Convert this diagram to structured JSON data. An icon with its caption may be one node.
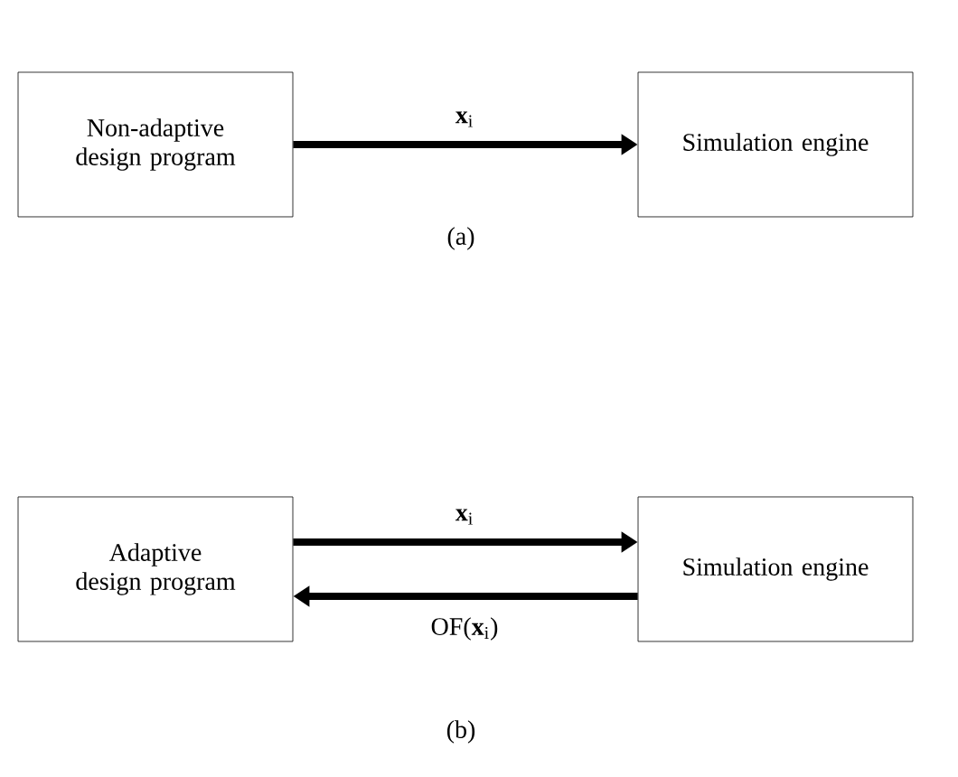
{
  "diagram": {
    "nodes": [
      {
        "text": [
          "Non-adaptive design program"
        ]
      },
      {
        "text": [
          "Simulation engine"
        ]
      },
      {
        "text": [
          "Adaptive design program"
        ]
      },
      {
        "text": [
          "Simulation engine"
        ]
      }
    ],
    "edges": [
      {
        "from": 0,
        "to": 1,
        "arrow": "to",
        "label": "**x**$_{i}$"
      },
      {
        "from": 2,
        "to": 3,
        "arrow": "to",
        "label": "**x**$_{i}$"
      },
      {
        "from": 3,
        "to": 2,
        "arrow": "to",
        "label": "OF(**x**$_{i}$)"
      }
    ],
    "labels": [
      "(a)",
      "(b)"
    ]
  }
}
